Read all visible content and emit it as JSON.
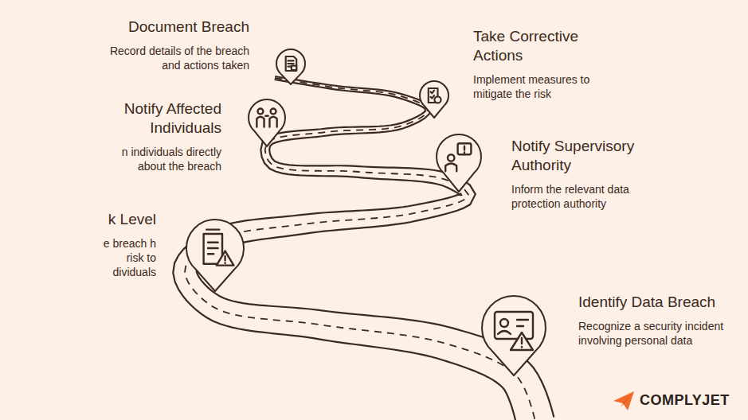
{
  "diagram": {
    "nodes": [
      {
        "text": [
          "Document Breach",
          "Record details of the breach and actions taken"
        ]
      },
      {
        "text": [
          "Take Corrective Actions",
          "Implement measures to mitigate the risk"
        ]
      },
      {
        "text": [
          "Notify Affected Individuals",
          "n individuals directly about the breach"
        ]
      },
      {
        "text": [
          "Notify Supervisory Authority",
          "Inform the relevant data protection authority"
        ]
      },
      {
        "text": [
          "k Level",
          "e breach h risk to dividuals"
        ]
      },
      {
        "text": [
          "Identify Data Breach",
          "Recognize a security incident involving personal data"
        ]
      }
    ],
    "labels": [
      "COMPLYJET"
    ]
  }
}
